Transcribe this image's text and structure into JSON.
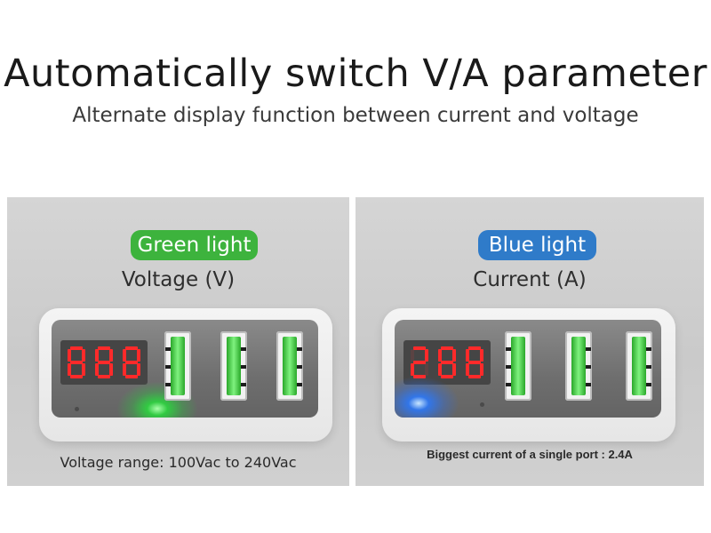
{
  "header": {
    "title": "Automatically switch V/A parameter",
    "subtitle": "Alternate display function between current and voltage"
  },
  "panels": [
    {
      "badge": "Green light",
      "label": "Voltage (V)",
      "footnote": "Voltage range: 100Vac to 240Vac",
      "display_digits": "888",
      "indicator_color": "#3db33d",
      "indicator_icon": "green-led-icon"
    },
    {
      "badge": "Blue light",
      "label": "Current (A)",
      "footnote": "Biggest current of a single port : 2.4A",
      "display_digits": "288",
      "indicator_color": "#2f7bc9",
      "indicator_icon": "blue-led-icon"
    }
  ],
  "colors": {
    "display_segment": "#ff2a2a",
    "usb_port_light": "#4fd14f",
    "panel_background": "#cfcfcf"
  }
}
